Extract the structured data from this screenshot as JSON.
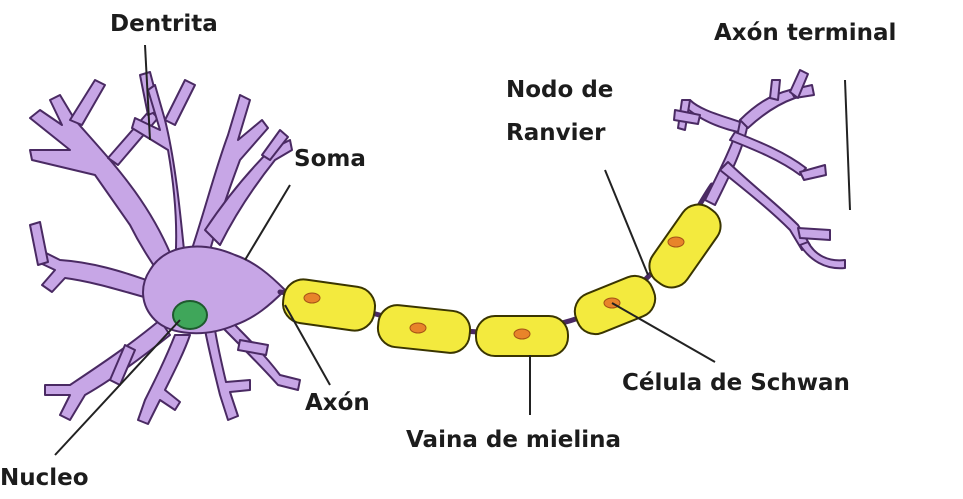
{
  "labels": {
    "dendrite": "Dentrita",
    "soma": "Soma",
    "nucleus": "Nucleo",
    "axon": "Axón",
    "myelin_sheath": "Vaina de mielina",
    "ranvier_line1": "Nodo de",
    "ranvier_line2": "Ranvier",
    "schwann_cell": "Célula de Schwan",
    "axon_terminal": "Axón terminal"
  },
  "colors": {
    "neuron_body": "#c7a6e6",
    "neuron_outline": "#4a2a63",
    "nucleus": "#3fa65a",
    "myelin": "#f3ea3e",
    "myelin_outline": "#3a3500",
    "schwann_nucleus": "#e8842a",
    "leader_line": "#222222",
    "label_text": "#1c1c1c"
  }
}
